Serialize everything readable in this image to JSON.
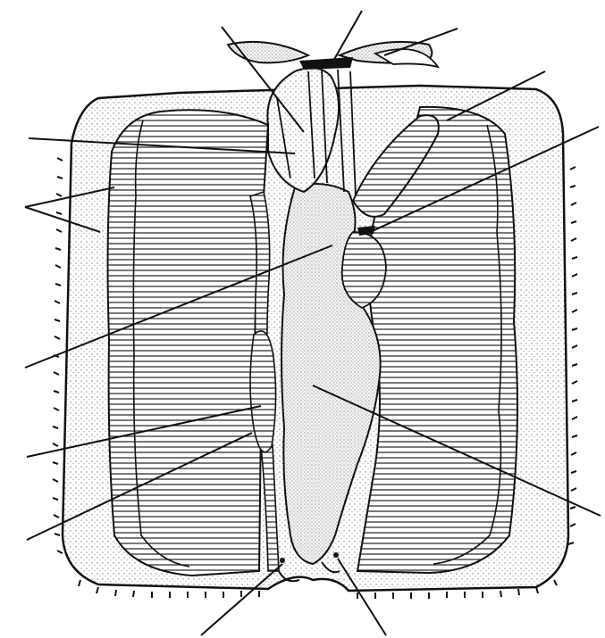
{
  "diagram": {
    "description_visible_text": "",
    "colors": {
      "ink": "#111111",
      "paper": "#ffffff",
      "stipple_fill": "#d9d9d9"
    },
    "leader_lines": [
      {
        "id": "lead-top-left"
      },
      {
        "id": "lead-top-center"
      },
      {
        "id": "lead-top-right-1"
      },
      {
        "id": "lead-top-right-2"
      },
      {
        "id": "lead-right-upper"
      },
      {
        "id": "lead-left-upper"
      },
      {
        "id": "lead-left-mid-1"
      },
      {
        "id": "lead-left-mid-2"
      },
      {
        "id": "lead-left-center"
      },
      {
        "id": "lead-left-lower-1"
      },
      {
        "id": "lead-left-lower-2"
      },
      {
        "id": "lead-right-lower"
      },
      {
        "id": "lead-bottom-left"
      },
      {
        "id": "lead-bottom-right"
      }
    ]
  }
}
